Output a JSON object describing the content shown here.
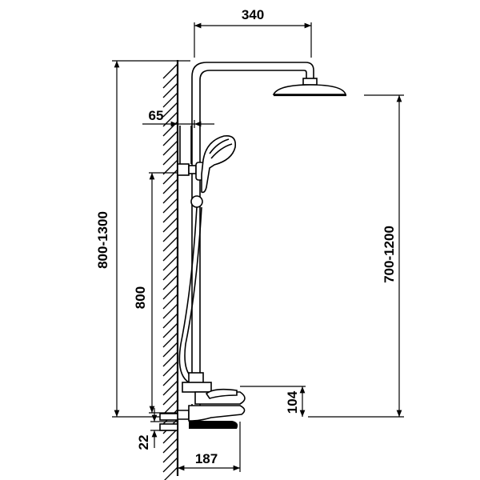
{
  "dimensions": {
    "arm_reach": "340",
    "column_offset": "65",
    "total_height": "800-1300",
    "bar_height": "800",
    "head_height": "700-1200",
    "mixer_height": "104",
    "mixer_offset": "22",
    "spout_reach": "187"
  },
  "icons": {
    "wall": "wall-hatch-icon",
    "head": "rain-shower-head-icon",
    "hand": "hand-shower-icon",
    "mixer": "thermostatic-mixer-icon"
  }
}
